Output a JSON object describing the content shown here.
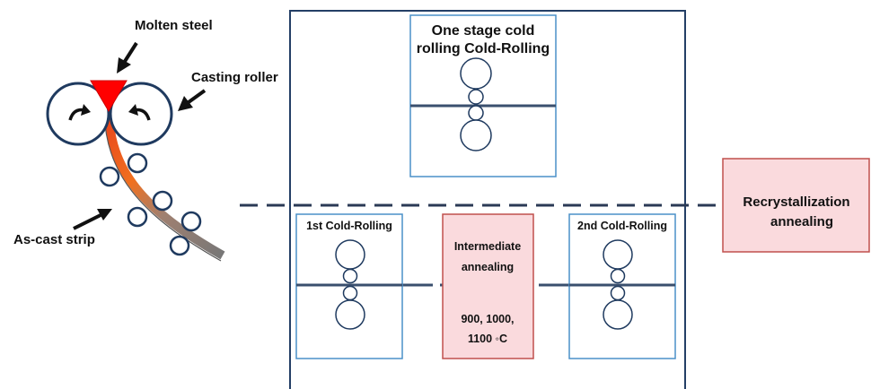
{
  "labels": {
    "molten_steel": "Molten steel",
    "casting_roller": "Casting roller",
    "as_cast_strip": "As-cast strip"
  },
  "stages": {
    "one_stage": {
      "line1": "One stage cold",
      "line2": "rolling Cold-Rolling"
    },
    "first": "1st Cold-Rolling",
    "second": "2nd Cold-Rolling",
    "intermediate": {
      "line1": "Intermediate",
      "line2": "annealing",
      "temp1": "900, 1000,",
      "temp2": "1100 ◦C"
    },
    "recrystallization": {
      "line1": "Recrystallization",
      "line2": "annealing"
    }
  },
  "colors": {
    "roll_stroke": "#1f3a5f",
    "box_stroke": "#4a90c8",
    "frame_stroke": "#243f66",
    "anneal_fill": "#fadadd",
    "anneal_stroke": "#c0504d",
    "molten": "#ff0000",
    "strip_hot": "#f07020",
    "strip_cold": "#777777",
    "dash": "#2b3a55"
  }
}
